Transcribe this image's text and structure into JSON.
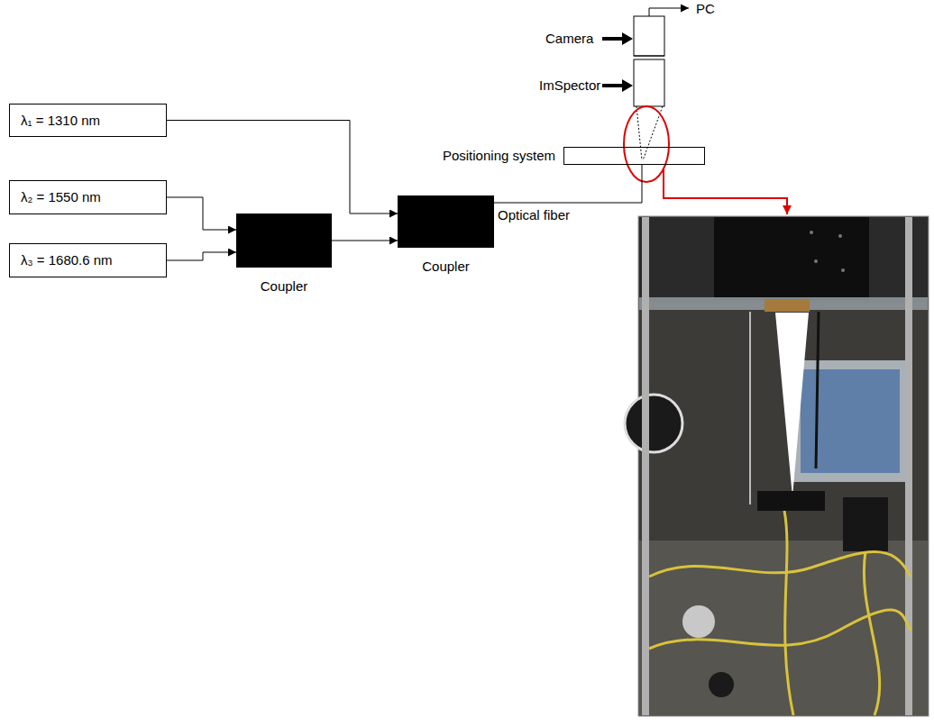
{
  "diagram": {
    "nodes": [
      {
        "text": [
          "λ₁ = 1310 nm"
        ]
      },
      {
        "text": [
          "λ₂ = 1550 nm"
        ]
      },
      {
        "text": [
          "λ₃ = 1680.6 nm"
        ]
      },
      {
        "text": [
          "Coupler"
        ]
      },
      {
        "text": [
          "Coupler"
        ]
      },
      {
        "text": [
          "Positioning system"
        ]
      }
    ],
    "edges": [
      {
        "from": 0,
        "to": 4,
        "arrow": "to"
      },
      {
        "from": 1,
        "to": 3,
        "arrow": "to"
      },
      {
        "from": 2,
        "to": 3,
        "arrow": "to"
      },
      {
        "from": 3,
        "to": 4,
        "arrow": "to"
      },
      {
        "from": 4,
        "to": 5,
        "label": "Optical fiber",
        "arrow": "none"
      }
    ],
    "labels": [
      "Camera",
      "ImSpector",
      "PC"
    ]
  }
}
